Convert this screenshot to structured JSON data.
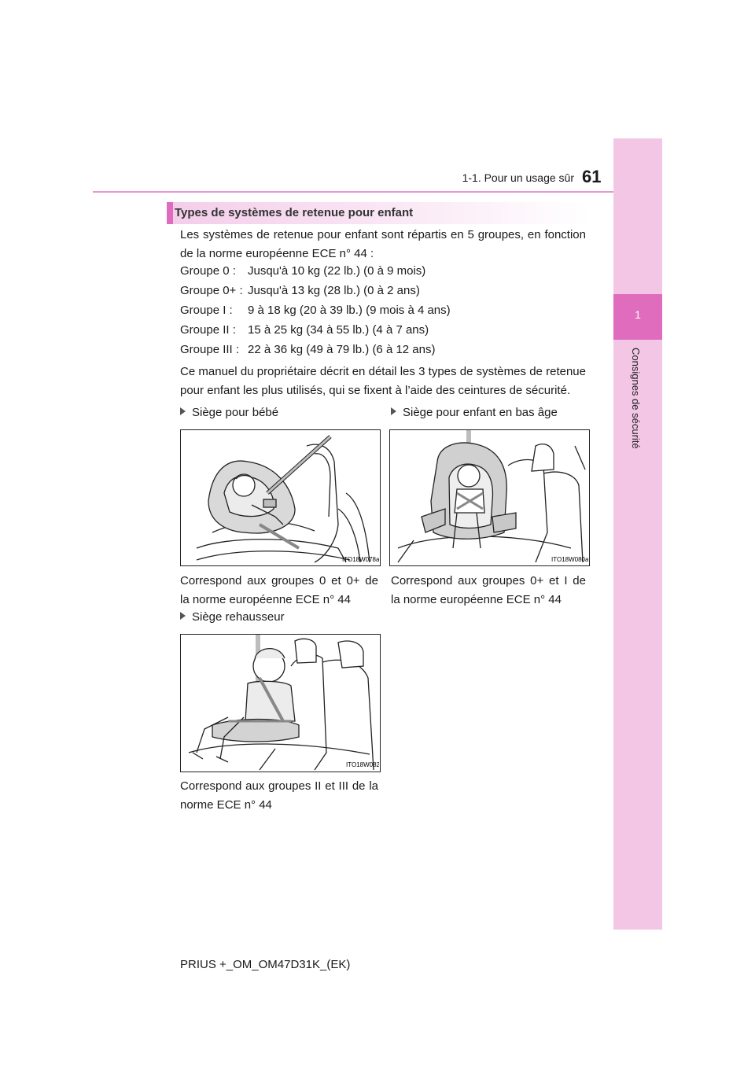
{
  "header": {
    "section": "1-1. Pour un usage sûr",
    "page_number": "61"
  },
  "side_tab": {
    "chapter_number": "1",
    "chapter_title": "Consignes de sécurité"
  },
  "heading": "Types de systèmes de retenue pour enfant",
  "intro": "Les systèmes de retenue pour enfant sont répartis en 5 groupes, en fonction de la norme européenne ECE n° 44 :",
  "groups": [
    {
      "label": "Groupe 0 :",
      "value": "Jusqu'à 10 kg (22 lb.) (0 à 9 mois)"
    },
    {
      "label": "Groupe 0+ :",
      "value": "Jusqu'à 13 kg (28 lb.) (0 à 2 ans)"
    },
    {
      "label": "Groupe I :",
      "value": "9 à 18 kg (20 à 39 lb.) (9 mois à 4 ans)"
    },
    {
      "label": "Groupe II :",
      "value": "15 à 25 kg (34 à 55 lb.) (4 à 7 ans)"
    },
    {
      "label": "Groupe III :",
      "value": "22 à 36 kg (49 à 79 lb.) (6 à 12 ans)"
    }
  ],
  "description": "Ce manuel du propriétaire décrit en détail les 3 types de systèmes de retenue pour enfant les plus utilisés, qui se fixent à l’aide des ceintures de sécurité.",
  "seats": [
    {
      "title": "Siège pour bébé",
      "code": "ITO18W078a",
      "caption": "Correspond aux groupes 0 et 0+ de la norme européenne ECE n° 44"
    },
    {
      "title": "Siège pour enfant en bas âge",
      "code": "ITO18W080a",
      "caption": "Correspond aux groupes 0+ et I de la norme européenne ECE n° 44"
    },
    {
      "title": "Siège rehausseur",
      "code": "ITO18W082",
      "caption": "Correspond aux groupes II et III de la norme ECE n° 44"
    }
  ],
  "footer": "PRIUS +_OM_OM47D31K_(EK)"
}
